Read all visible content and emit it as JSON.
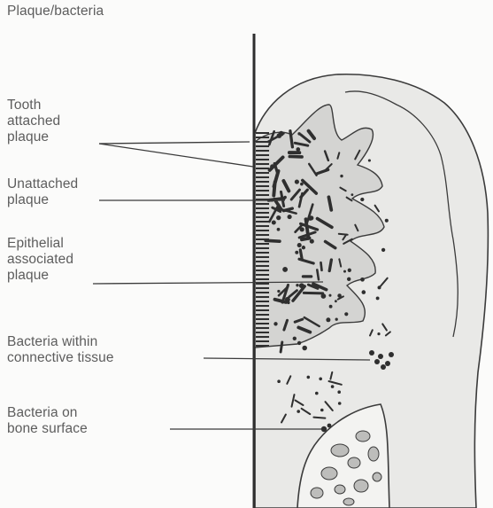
{
  "diagram": {
    "title": "Plaque/bacteria",
    "labels": [
      {
        "id": "tooth-attached",
        "lines": [
          "Tooth",
          "attached",
          "plaque"
        ]
      },
      {
        "id": "unattached",
        "lines": [
          "Unattached",
          "plaque"
        ]
      },
      {
        "id": "epithelial",
        "lines": [
          "Epithelial",
          "associated",
          "plaque"
        ]
      },
      {
        "id": "connective",
        "lines": [
          "Bacteria within",
          "connective tissue"
        ]
      },
      {
        "id": "bone",
        "lines": [
          "Bacteria on",
          "bone surface"
        ]
      }
    ]
  },
  "colors": {
    "ink": "#3b3b3b",
    "text": "#5d5d5d",
    "tissue": "#e7e7e5",
    "epithelium": "#d5d5d3",
    "bone": "#f4f4f2",
    "background": "#fbfbfa"
  },
  "elements": {
    "tooth_surface": "tooth-surface-line",
    "gingiva": "gingival-tissue",
    "epithelium": "pocket-epithelium",
    "bone": "alveolar-bone",
    "bacteria": "bacteria-cluster"
  }
}
